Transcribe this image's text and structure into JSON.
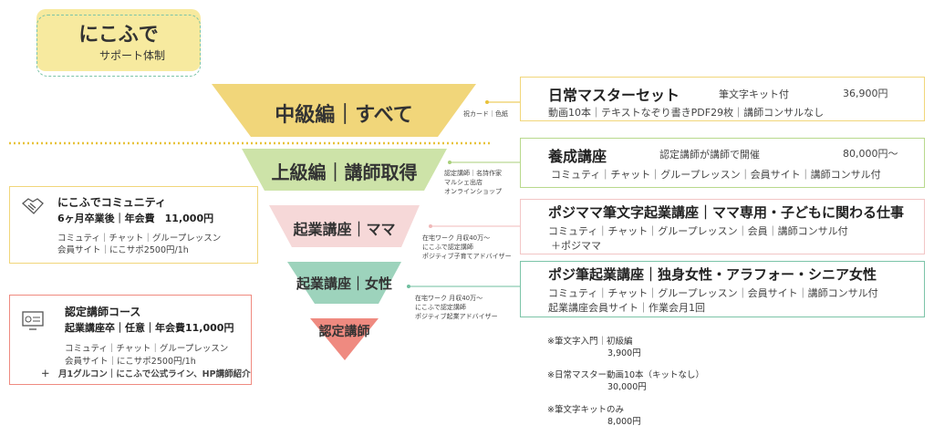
{
  "logo": {
    "title": "にこふで",
    "subtitle": "サポート体制"
  },
  "colors": {
    "yellow": "#f1d67a",
    "green": "#cde3a8",
    "pink": "#f6d8d8",
    "teal": "#9dd3bc",
    "salmon": "#ef8a80"
  },
  "funnel": [
    {
      "label": "中級編｜すべて",
      "side": [
        "祝カード｜色紙"
      ]
    },
    {
      "label": "上級編｜講師取得",
      "side": [
        "認定講師｜名詩作家",
        "マルシェ出店",
        "オンラインショップ"
      ]
    },
    {
      "label": "起業講座｜ママ",
      "side": [
        "在宅ワーク 月収40万〜",
        "にこふで認定講師",
        "ポジティブ子育てアドバイザー"
      ]
    },
    {
      "label": "起業講座｜女性",
      "side": [
        "在宅ワーク 月収40万〜",
        "にこふで認定講師",
        "ポジティブ起業アドバイザー"
      ]
    },
    {
      "label": "認定講師"
    }
  ],
  "courses": [
    {
      "title": "日常マスターセット",
      "sub": "筆文字キット付",
      "price": "36,900円",
      "detail": "動画10本｜テキストなぞり書きPDF29枚｜講師コンサルなし"
    },
    {
      "title": "養成講座",
      "sub": "認定講師が講師で開催",
      "price": "80,000円〜",
      "detail": "コミュティ｜チャット｜グループレッスン｜会員サイト｜講師コンサル付"
    },
    {
      "title": "ポジママ筆文字起業講座｜ママ専用・子どもに関わる仕事",
      "detail": "コミュティ｜チャット｜グループレッスン｜会員｜講師コンサル付",
      "detail2": "＋ポジママ"
    },
    {
      "title": "ポジ筆起業講座｜独身女性・アラフォー・シニア女性",
      "detail": "コミュティ｜チャット｜グループレッスン｜会員サイト｜講師コンサル付",
      "detail2": "起業講座会員サイト｜作業会月1回"
    }
  ],
  "community": {
    "title": "にこふでコミュニティ",
    "sub": "6ヶ月卒業後｜年会費　11,000円",
    "lines": [
      "コミュティ｜チャット｜グループレッスン",
      "会員サイト｜にこサポ2500円/1h"
    ]
  },
  "instructor": {
    "title": "認定講師コース",
    "sub": "起業講座卒｜任意｜年会費11,000円",
    "lines": [
      "コミュティ｜チャット｜グループレッスン",
      "会員サイト｜にこサポ2500円/1h"
    ],
    "extra": "＋　月1グルコン｜にこふで公式ライン、HP講師紹介"
  },
  "notes": [
    {
      "label": "※筆文字入門｜初級編",
      "price": "3,900円"
    },
    {
      "label": "※日常マスター動画10本（キットなし）",
      "price": "30,000円"
    },
    {
      "label": "※筆文字キットのみ",
      "price": "8,000円"
    }
  ]
}
